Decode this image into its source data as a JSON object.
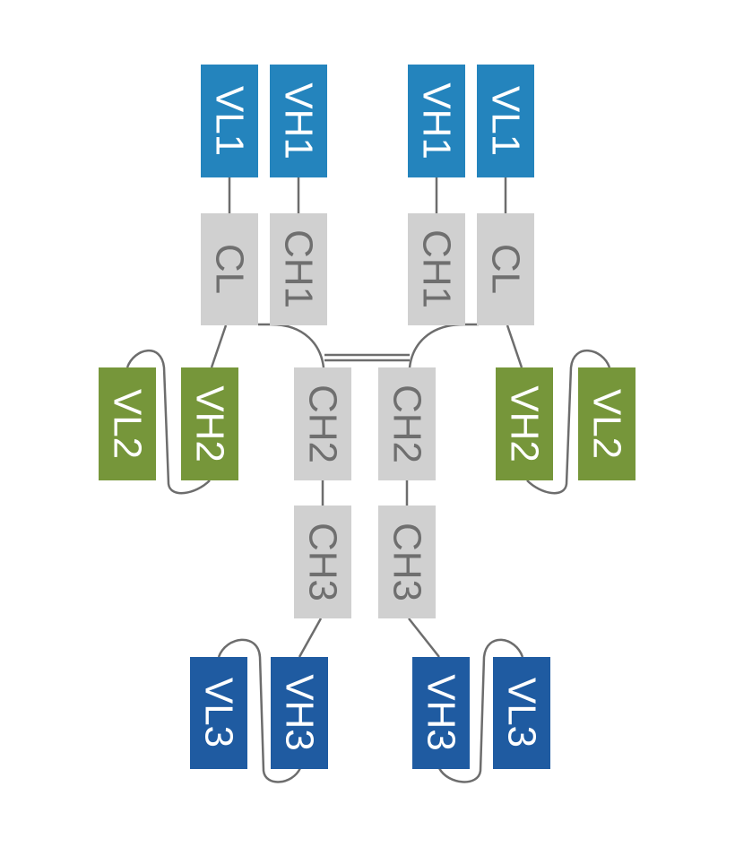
{
  "diagram": {
    "colors": {
      "vh1_vl1": "#2484bd",
      "vh2_vl2": "#76963a",
      "vh3_vl3": "#1f5ba1",
      "constant": "#d0d0d0",
      "light_text": "#ffffff",
      "constant_text": "#6f6f6f",
      "connector": "#6d6d6d"
    },
    "domains": {
      "top_left_vl1": "VL1",
      "top_left_vh1": "VH1",
      "top_right_vh1": "VH1",
      "top_right_vl1": "VL1",
      "left_cl": "CL",
      "left_ch1": "CH1",
      "right_ch1": "CH1",
      "right_cl": "CL",
      "left_vl2": "VL2",
      "left_vh2": "VH2",
      "right_vh2": "VH2",
      "right_vl2": "VL2",
      "left_ch2": "CH2",
      "right_ch2": "CH2",
      "left_ch3": "CH3",
      "right_ch3": "CH3",
      "bottom_left_vl3": "VL3",
      "bottom_left_vh3": "VH3",
      "bottom_right_vh3": "VH3",
      "bottom_right_vl3": "VL3"
    }
  }
}
